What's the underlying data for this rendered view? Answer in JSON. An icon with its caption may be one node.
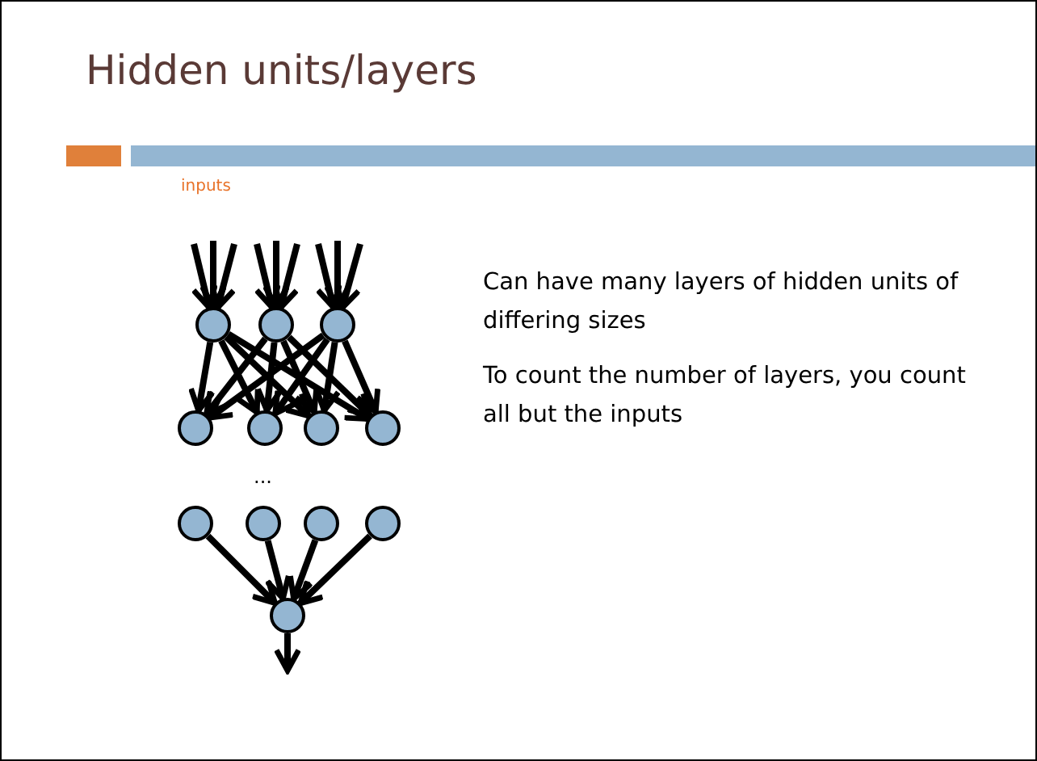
{
  "diagram": {
    "title": "Hidden units/layers",
    "nodes": [
      {
        "text": [],
        "shape": "circle"
      },
      {
        "text": [],
        "shape": "circle"
      },
      {
        "text": [],
        "shape": "circle"
      },
      {
        "text": [],
        "shape": "circle"
      },
      {
        "text": [],
        "shape": "circle"
      },
      {
        "text": [],
        "shape": "circle"
      },
      {
        "text": [],
        "shape": "circle"
      },
      {
        "text": [],
        "shape": "circle"
      },
      {
        "text": [],
        "shape": "circle"
      },
      {
        "text": [],
        "shape": "circle"
      },
      {
        "text": [],
        "shape": "circle"
      },
      {
        "text": [],
        "shape": "circle"
      }
    ],
    "edges": [
      {
        "from": null,
        "to": 0,
        "arrow": "to"
      },
      {
        "from": null,
        "to": 0,
        "arrow": "to"
      },
      {
        "from": null,
        "to": 0,
        "arrow": "to"
      },
      {
        "from": null,
        "to": 1,
        "arrow": "to"
      },
      {
        "from": null,
        "to": 1,
        "arrow": "to"
      },
      {
        "from": null,
        "to": 1,
        "arrow": "to"
      },
      {
        "from": null,
        "to": 2,
        "arrow": "to"
      },
      {
        "from": null,
        "to": 2,
        "arrow": "to"
      },
      {
        "from": null,
        "to": 2,
        "arrow": "to"
      },
      {
        "from": 0,
        "to": 3,
        "arrow": "to"
      },
      {
        "from": 0,
        "to": 4,
        "arrow": "to"
      },
      {
        "from": 0,
        "to": 5,
        "arrow": "to"
      },
      {
        "from": 0,
        "to": 6,
        "arrow": "to"
      },
      {
        "from": 1,
        "to": 3,
        "arrow": "to"
      },
      {
        "from": 1,
        "to": 4,
        "arrow": "to"
      },
      {
        "from": 1,
        "to": 5,
        "arrow": "to"
      },
      {
        "from": 1,
        "to": 6,
        "arrow": "to"
      },
      {
        "from": 2,
        "to": 3,
        "arrow": "to"
      },
      {
        "from": 2,
        "to": 4,
        "arrow": "to"
      },
      {
        "from": 2,
        "to": 5,
        "arrow": "to"
      },
      {
        "from": 2,
        "to": 6,
        "arrow": "to"
      },
      {
        "from": 7,
        "to": 11,
        "arrow": "to"
      },
      {
        "from": 8,
        "to": 11,
        "arrow": "to"
      },
      {
        "from": 9,
        "to": 11,
        "arrow": "to"
      },
      {
        "from": 10,
        "to": 11,
        "arrow": "to"
      },
      {
        "from": 11,
        "to": null,
        "arrow": "to"
      }
    ],
    "labels": [
      "inputs",
      "...",
      "Can have many layers of hidden units of differing sizes",
      "To count the number of layers, you count all but the inputs"
    ]
  }
}
